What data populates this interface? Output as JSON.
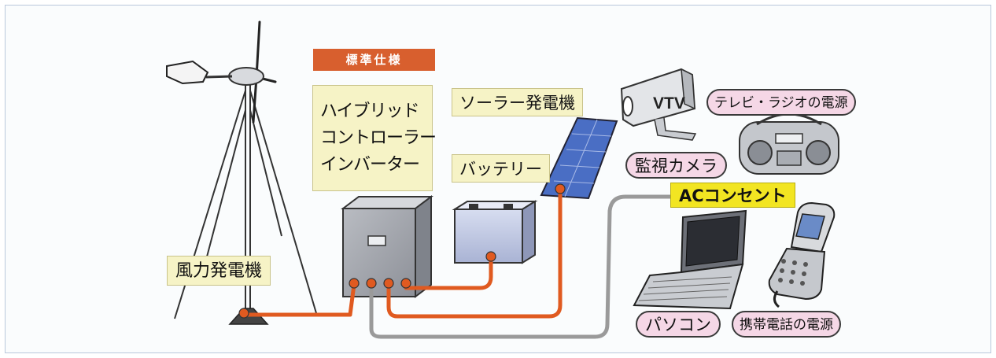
{
  "standard_spec": "標準仕様",
  "controller_lines": [
    "ハイブリッド",
    "コントローラー",
    "インバーター"
  ],
  "solar_generator": "ソーラー発電機",
  "battery": "バッテリー",
  "wind_generator": "風力発電機",
  "ac_outlet": "ACコンセント",
  "tv_radio_power": "テレビ・ラジオの電源",
  "surveillance_camera": "監視カメラ",
  "camera_brand": "VTV",
  "pc": "パソコン",
  "phone_power": "携帯電話の電源",
  "colors": {
    "badge": "#d85f2e",
    "label_fill": "#f6f3c6",
    "ac_fill": "#f2e522",
    "pill_fill": "#f5d7e6",
    "power_cable": "#e05a20",
    "ac_cable": "#9a9a9a",
    "panel": "#4a6ec4"
  }
}
